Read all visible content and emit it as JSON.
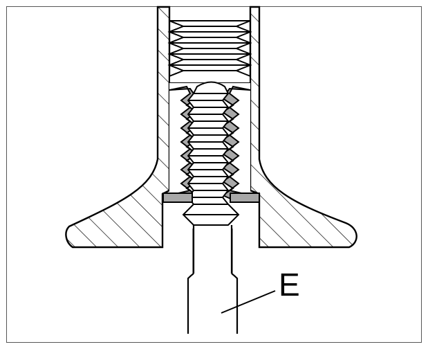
{
  "callout": {
    "label": "E"
  },
  "colors": {
    "stroke": "#000000",
    "insert_fill": "#a8a8a8",
    "background": "#ffffff",
    "frame": "#555555"
  },
  "parts": [
    "housing",
    "threaded-bore",
    "threaded-insert",
    "bolt",
    "flange"
  ]
}
